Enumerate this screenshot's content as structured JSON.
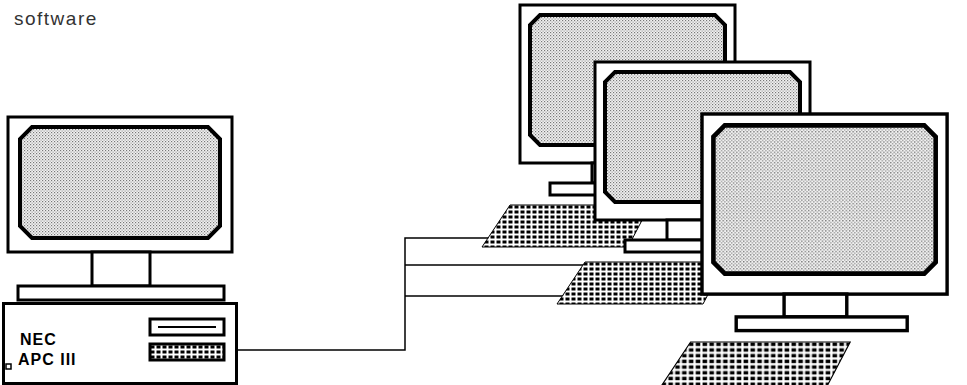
{
  "diagram": {
    "nodes": [
      {
        "text": [
          "NEC",
          "APC III"
        ]
      }
    ],
    "labels": [
      "software"
    ]
  }
}
